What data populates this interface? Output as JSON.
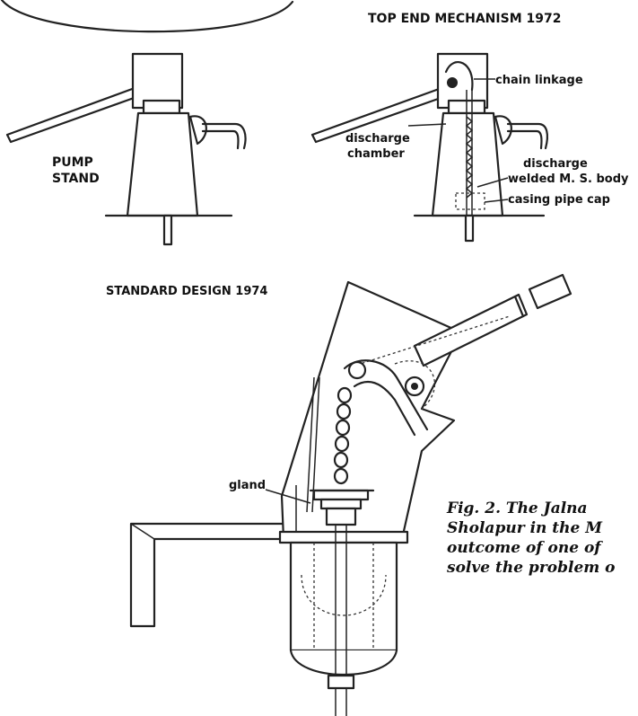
{
  "figure": {
    "top_title": "TOP END MECHANISM 1972",
    "pump_stand_label_line1": "PUMP",
    "pump_stand_label_line2": "STAND",
    "chain_linkage_label": "chain linkage",
    "discharge_chamber_line1": "discharge",
    "discharge_chamber_line2": "chamber",
    "discharge_label": "discharge",
    "body_label": "welded M. S. body",
    "casing_label": "casing pipe cap",
    "standard_title": "STANDARD DESIGN 1974",
    "gland_label": "gland",
    "caption_line1": "Fig. 2.  The Jalna",
    "caption_line2": "Sholapur in the M",
    "caption_line3": "outcome of one of",
    "caption_line4": "solve the problem o"
  }
}
